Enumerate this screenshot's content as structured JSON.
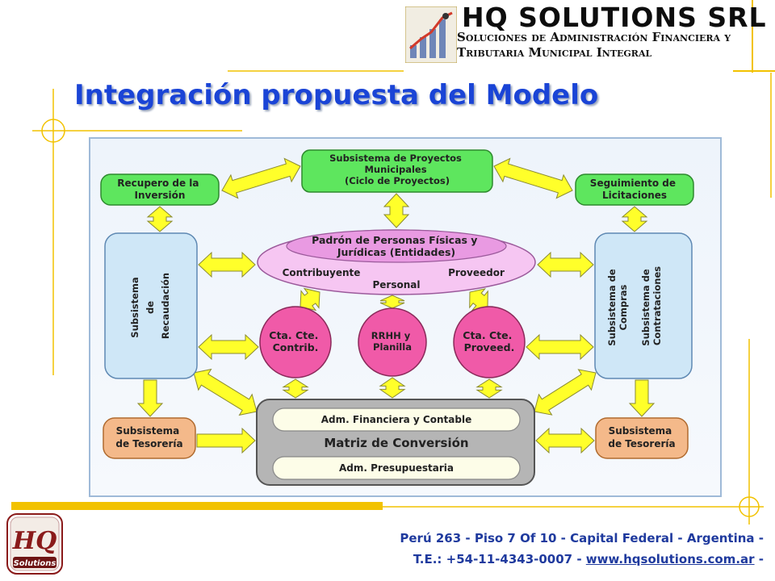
{
  "brand": {
    "name": "HQ SOLUTIONS SRL",
    "tagline_line1": "Soluciones de Administración Financiera y",
    "tagline_line2": "Tributaria Municipal Integral",
    "logo_icon": "rising-bars-chart-icon",
    "badge_text_top": "HQ",
    "badge_text_bottom": "Solutions"
  },
  "slide": {
    "title": "Integración propuesta del Modelo"
  },
  "diagram": {
    "nodes": {
      "proyectos": [
        "Subsistema de Proyectos",
        "Municipales",
        "(Ciclo de Proyectos)"
      ],
      "recupero": [
        "Recupero de la",
        "Inversión"
      ],
      "licitaciones": [
        "Seguimiento de",
        "Licitaciones"
      ],
      "recaudacion": [
        "Subsistema",
        "de",
        "Recaudación"
      ],
      "compras": [
        "Subsistema de",
        "Compras"
      ],
      "contrataciones": [
        "Subsistema de",
        "Contrataciones"
      ],
      "padron": [
        "Padrón de Personas Físicas y",
        "Jurídicas (Entidades)"
      ],
      "contribuyente": "Contribuyente",
      "proveedor": "Proveedor",
      "personal": "Personal",
      "cta_contrib": [
        "Cta. Cte.",
        "Contrib."
      ],
      "rrhh": [
        "RRHH y",
        "Planilla"
      ],
      "cta_proveed": [
        "Cta. Cte.",
        "Proveed."
      ],
      "adm_financiera": "Adm. Financiera y Contable",
      "matriz": "Matriz de Conversión",
      "adm_presupuestaria": "Adm. Presupuestaria",
      "tesoreria_left": [
        "Subsistema",
        "de Tesorería"
      ],
      "tesoreria_right": [
        "Subsistema",
        "de Tesorería"
      ]
    },
    "colors": {
      "green": "#5ee65e",
      "blue_box": "#cfe7f7",
      "pink_ellipse": "#f6c6f2",
      "magenta": "#f05aa8",
      "orange": "#f4b98a",
      "gray": "#b5b5b5",
      "arrow_yellow": "#ffff2a"
    }
  },
  "footer": {
    "line1": "Perú 263 - Piso 7 Of 10 - Capital Federal - Argentina -",
    "line2_prefix": "T.E.: +54-11-4343-0007 - ",
    "link": "www.hqsolutions.com.ar",
    "line2_suffix": " -"
  },
  "colors": {
    "title": "#1a44d6",
    "accent_gold": "#f2c200",
    "footer_text": "#1f3a9e"
  }
}
